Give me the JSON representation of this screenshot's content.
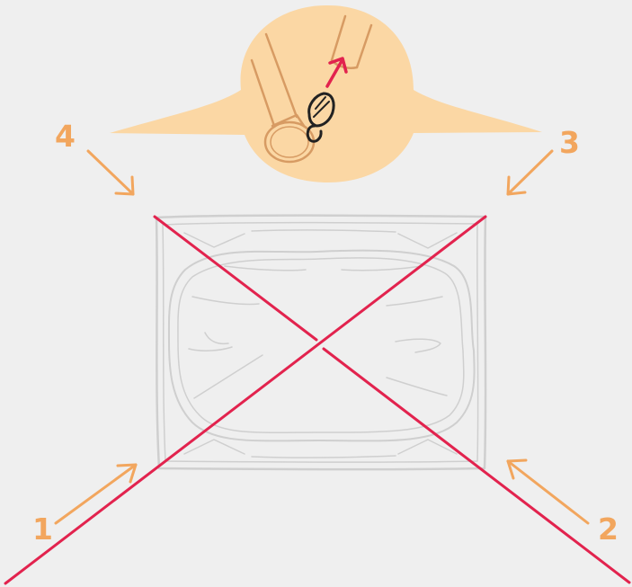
{
  "steps": [
    {
      "label": "1",
      "marker": "arrow-up-right"
    },
    {
      "label": "2",
      "marker": "arrow-up-left"
    },
    {
      "label": "3",
      "marker": "arrow-down-left"
    },
    {
      "label": "4",
      "marker": "arrow-down-right"
    }
  ],
  "colors": {
    "background": "#efefef",
    "accent": "#f2a65e",
    "bubble": "#fbd7a4",
    "cross": "#e2234e",
    "mattress_outline": "#cfcfcf",
    "strap": "#d79b63"
  },
  "icons": {
    "main": "mattress-icon",
    "detail": "strap-clip-icon",
    "cross": "cross-lines-icon"
  }
}
